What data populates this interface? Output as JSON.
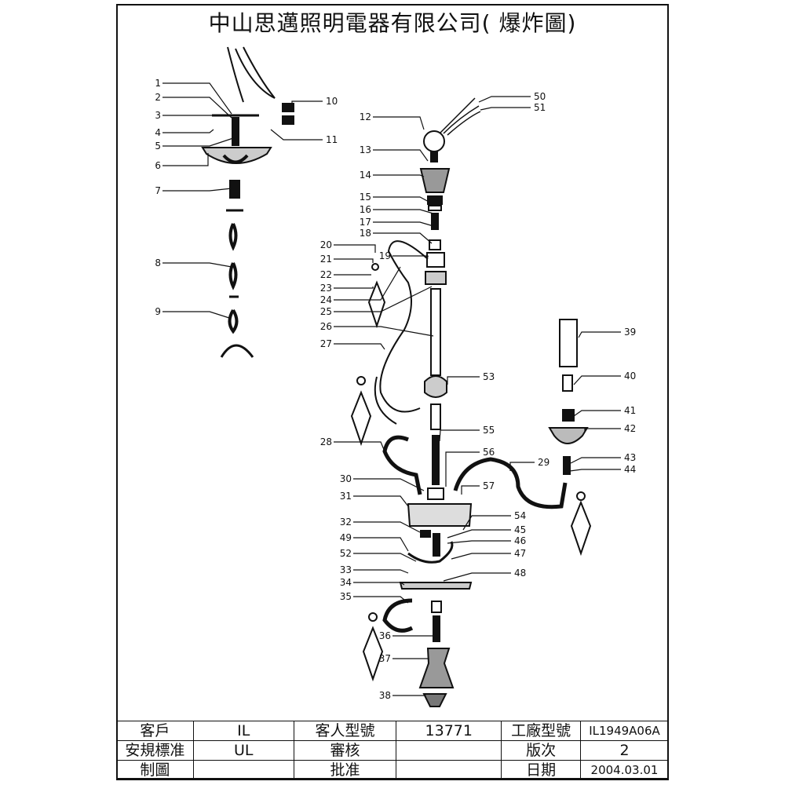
{
  "title": "中山思邁照明電器有限公司( 爆炸圖)",
  "part_labels": [
    "1",
    "2",
    "3",
    "4",
    "5",
    "6",
    "7",
    "8",
    "9",
    "10",
    "11",
    "12",
    "13",
    "14",
    "15",
    "16",
    "17",
    "18",
    "19",
    "20",
    "21",
    "22",
    "23",
    "24",
    "25",
    "26",
    "27",
    "28",
    "29",
    "30",
    "31",
    "32",
    "33",
    "34",
    "35",
    "36",
    "37",
    "38",
    "39",
    "40",
    "41",
    "42",
    "43",
    "44",
    "45",
    "46",
    "47",
    "48",
    "49",
    "50",
    "51",
    "52",
    "53",
    "54",
    "55",
    "56",
    "57"
  ],
  "table": {
    "rows": [
      [
        "客戶",
        "IL",
        "客人型號",
        "13771",
        "工廠型號",
        "IL1949A06A"
      ],
      [
        "安規標准",
        "UL",
        "審核",
        "",
        "版次",
        "2"
      ],
      [
        "制圖",
        "",
        "批准",
        "",
        "日期",
        "2004.03.01"
      ]
    ]
  }
}
